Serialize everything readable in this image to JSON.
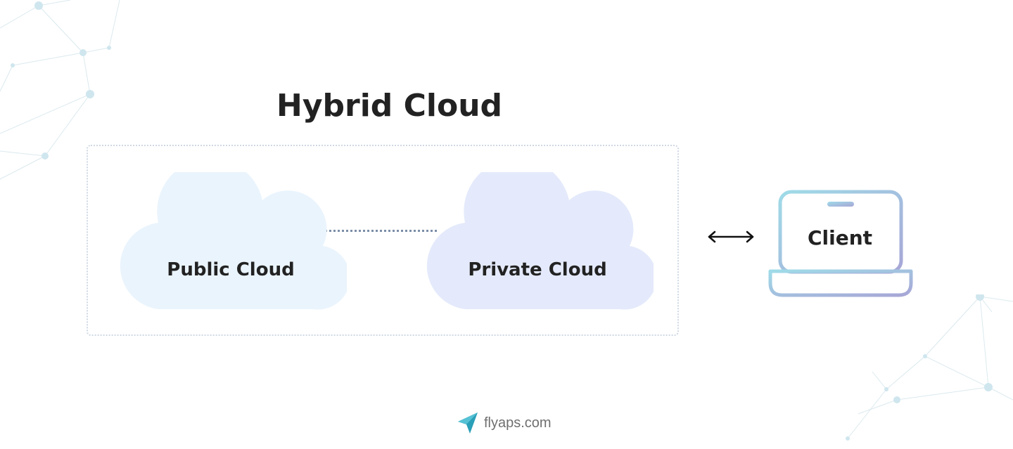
{
  "title": "Hybrid Cloud",
  "clouds": {
    "public": {
      "label": "Public Cloud",
      "color": "#eaf4fd"
    },
    "private": {
      "label": "Private Cloud",
      "color": "#e4eafb"
    }
  },
  "connector": {
    "style": "dotted",
    "color": "#7b8ea8"
  },
  "arrow": {
    "icon": "double-arrow-icon"
  },
  "client": {
    "label": "Client",
    "icon": "laptop-icon",
    "gradient": [
      "#9fd9e8",
      "#a3a9d6"
    ]
  },
  "footer": {
    "text": "flyaps.com",
    "logo_icon": "paper-plane-icon",
    "logo_color": "#2a9fb8"
  },
  "colors": {
    "frame": "#cfd8e3",
    "text": "#222222"
  }
}
